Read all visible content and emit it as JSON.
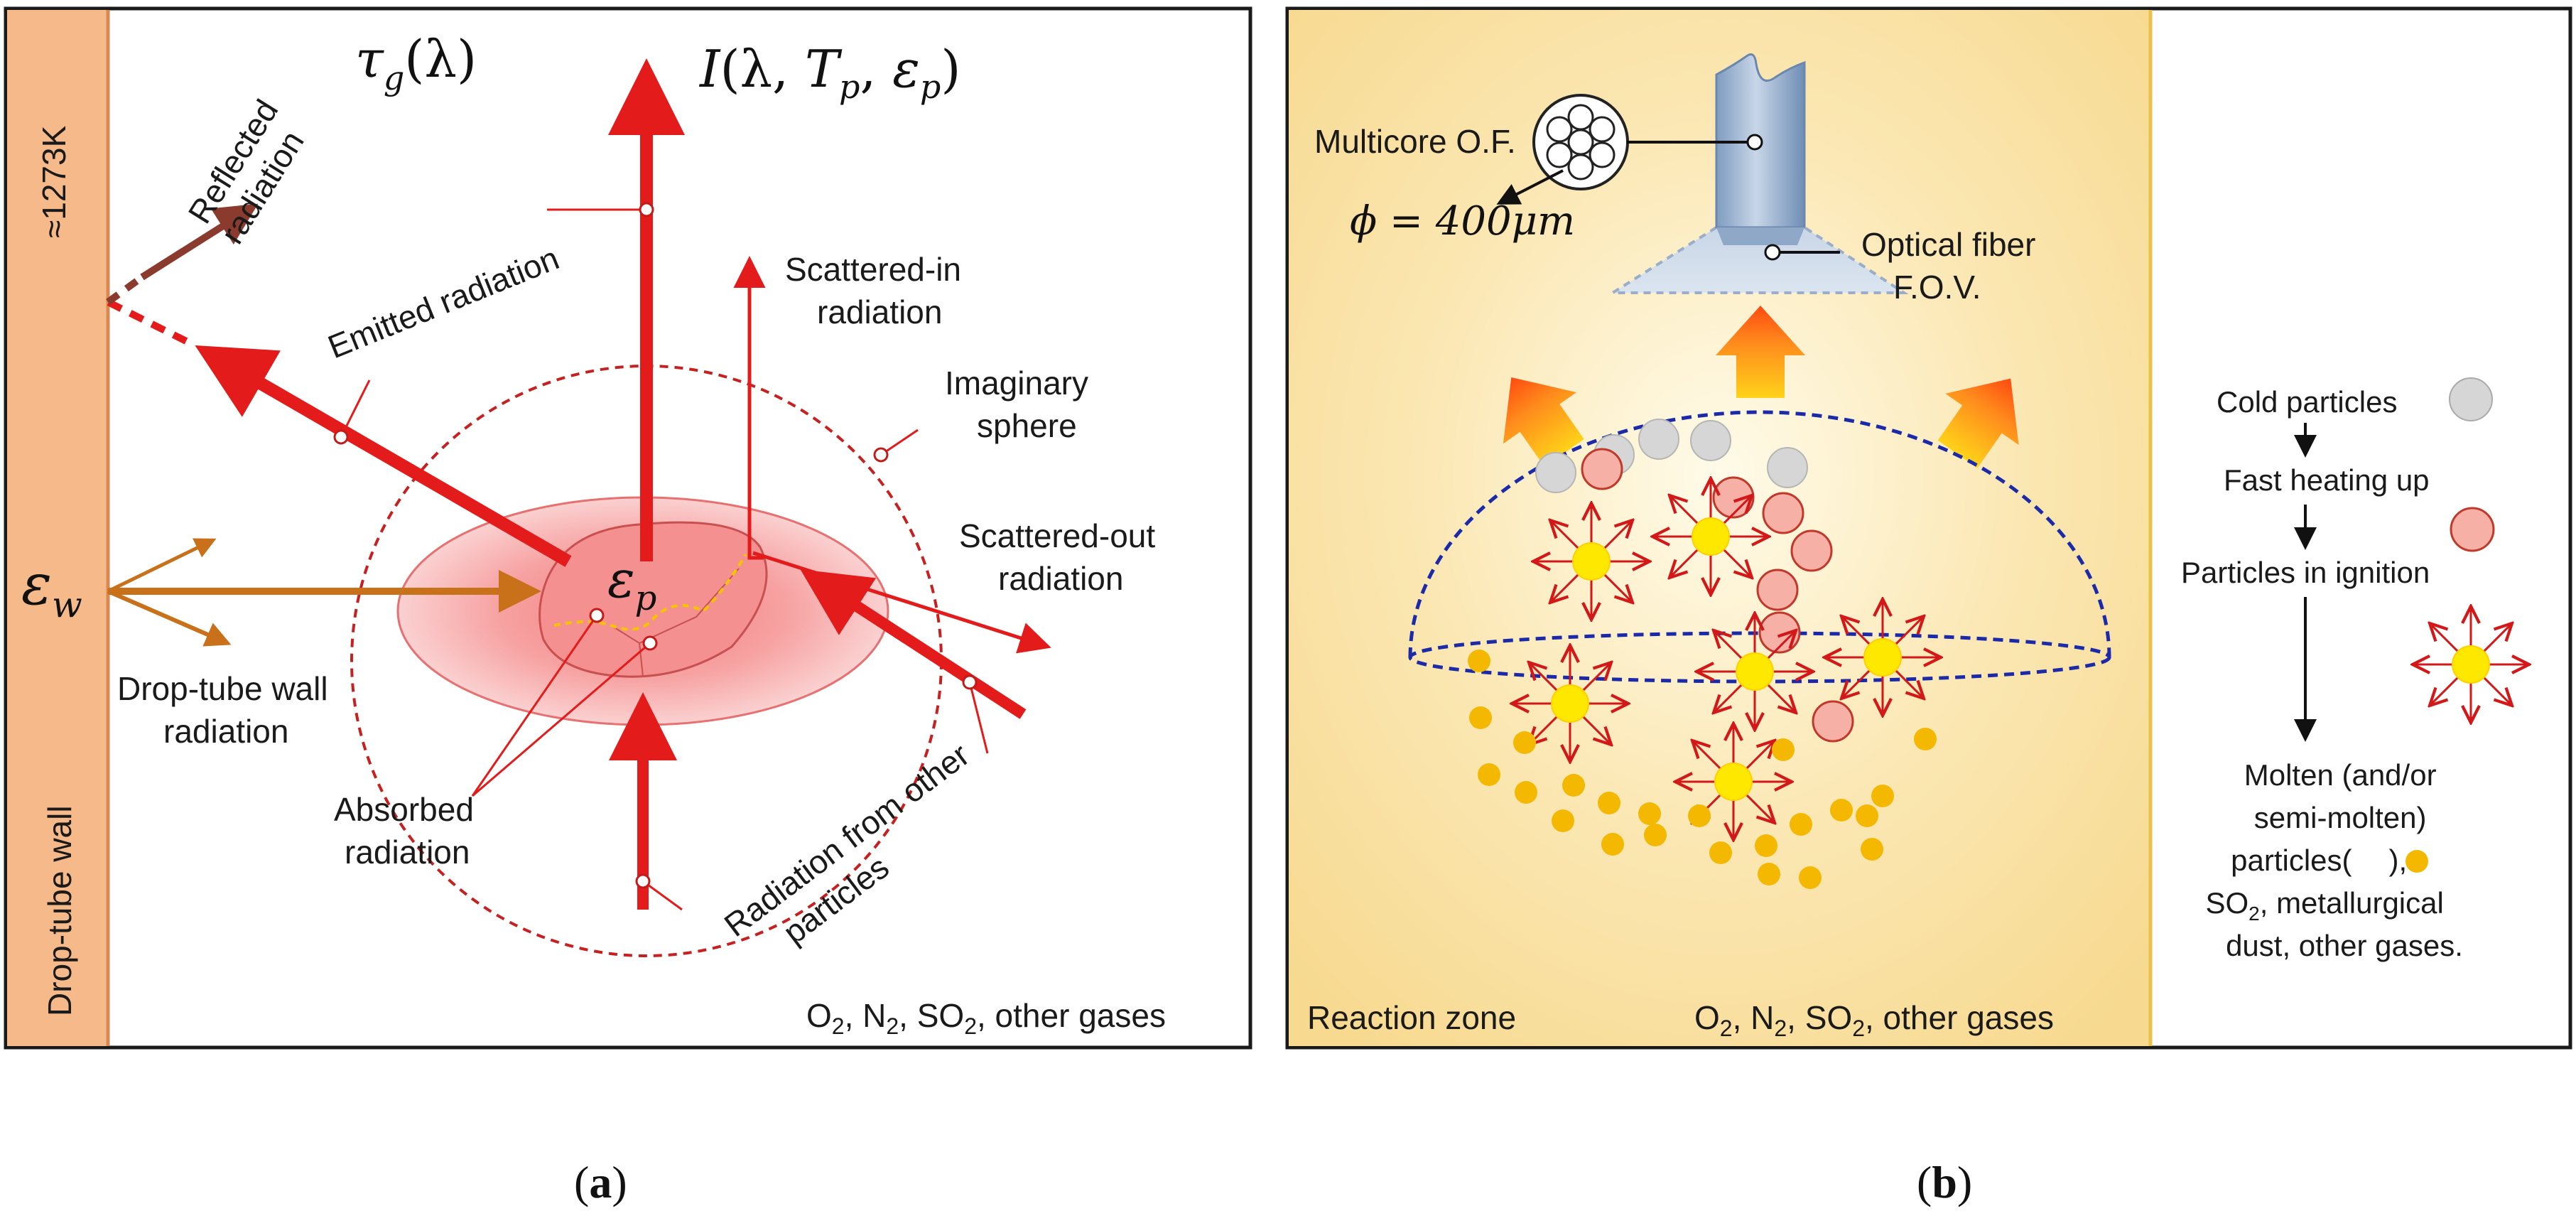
{
  "panel_a": {
    "wall_temp": "≈1273K",
    "wall_label": "Drop-tube wall",
    "tau_g": "τ",
    "tau_sub": "g",
    "tau_arg": "(λ)",
    "intensity_I": "I",
    "intensity_open": "(λ, ",
    "intensity_T": "T",
    "intensity_Tsub": "p",
    "intensity_comma": ", ",
    "intensity_eps": "ε",
    "intensity_epssub": "p",
    "intensity_close": ")",
    "eps_w": "ε",
    "eps_w_sub": "w",
    "eps_p": "ε",
    "eps_p_sub": "p",
    "reflected_line1": "Reflected",
    "reflected_line2": "radiation",
    "emitted": "Emitted radiation",
    "scattered_in_line1": "Scattered-in",
    "scattered_in_line2": "radiation",
    "imaginary_line1": "Imaginary",
    "imaginary_line2": "sphere",
    "scattered_out_line1": "Scattered-out",
    "scattered_out_line2": "radiation",
    "wall_rad_line1": "Drop-tube wall",
    "wall_rad_line2": "radiation",
    "absorbed_line1": "Absorbed",
    "absorbed_line2": "radiation",
    "other_line1": "Radiation from other",
    "other_line2": "particles",
    "gases_pre": "O",
    "gases_n": "N",
    "gases_so": "SO",
    "gases_sub": "2",
    "gases_rest": ", other gases",
    "caption": "a"
  },
  "panel_b": {
    "multicore": "Multicore O.F.",
    "phi": "ϕ = 400",
    "phi_unit": "μm",
    "fiber_line1": "Optical fiber",
    "fiber_line2": "F.O.V.",
    "reaction_zone": "Reaction zone",
    "gases_pre": "O",
    "gases_n": "N",
    "gases_so": "SO",
    "gases_sub": "2",
    "gases_rest": ", other gases",
    "caption": "b",
    "legend": {
      "cold": "Cold particles",
      "fast": "Fast heating up",
      "ignition": "Particles in ignition",
      "molten_line1": "Molten (and/or",
      "molten_line2": "semi-molten)",
      "molten_line3_pre": "particles(",
      "molten_line3_post": "),",
      "molten_line4_pre": "SO",
      "molten_line4_sub": "2",
      "molten_line4_post": ", metallurgical",
      "molten_line5": "dust, other gases."
    }
  },
  "colors": {
    "wall": "#f6b98a",
    "red": "#e31b1b",
    "brown": "#8b3a2e",
    "orange": "#c8701a",
    "zone": "#f8dc98",
    "particle": "#f5b800",
    "ignite": "#ffe800",
    "cold": "#d6d6d6",
    "warm": "#f6b0a6",
    "sphere": "#1a2aa8"
  }
}
